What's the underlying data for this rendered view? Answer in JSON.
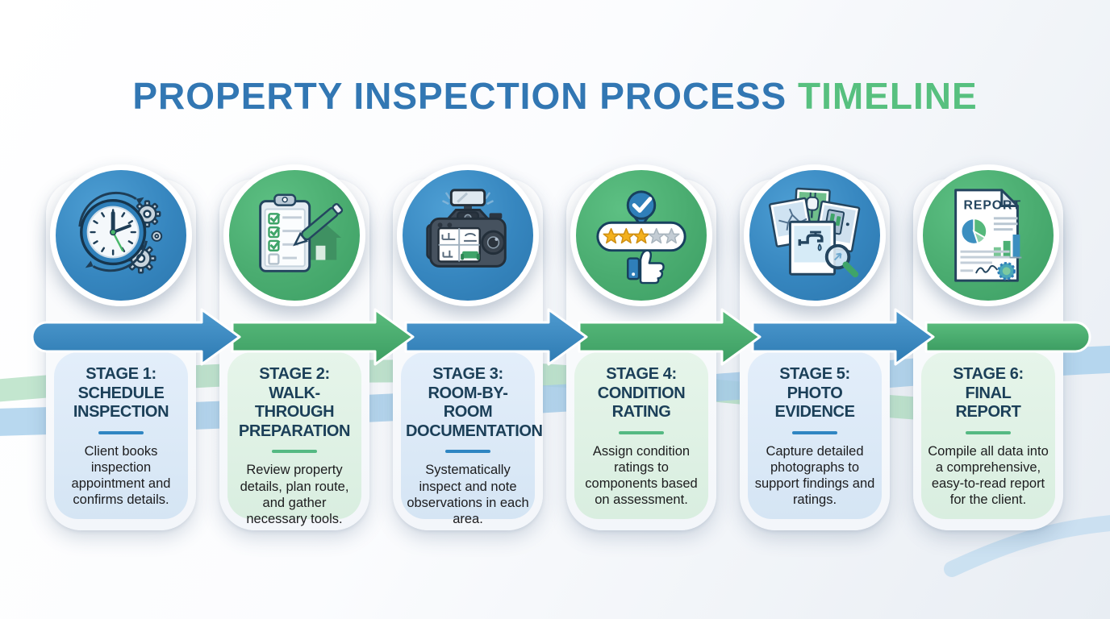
{
  "header": {
    "title_main": "PROPERTY INSPECTION PROCESS ",
    "title_accent": "TIMELINE"
  },
  "colors": {
    "title_blue": "#3277b3",
    "title_green": "#57c07f",
    "arrow_blue": "#2f7cb5",
    "arrow_green": "#47a96c",
    "card_blue_tint": "#dce9f6",
    "card_green_tint": "#dff1e5",
    "stage_title_navy": "#1b3f58",
    "divider_blue": "#2f86c2",
    "divider_green": "#55b983",
    "ribbon_green": "#b9e2c7",
    "ribbon_blue": "#abd1ec"
  },
  "stages": [
    {
      "stage_label": "STAGE 1:\nSCHEDULE\nINSPECTION",
      "description": "Client books inspection appointment and confirms details.",
      "icon": "clock-gears-icon",
      "theme": "blue"
    },
    {
      "stage_label": "STAGE 2:\nWALK-THROUGH\nPREPARATION",
      "description": "Review property details, plan route, and gather necessary tools.",
      "icon": "checklist-clipboard-icon",
      "theme": "green"
    },
    {
      "stage_label": "STAGE 3:\nROOM-BY-ROOM\nDOCUMENTATION",
      "description": "Systematically inspect and note observations in each area.",
      "icon": "camera-icon",
      "theme": "blue"
    },
    {
      "stage_label": "STAGE 4:\nCONDITION\nRATING",
      "description": "Assign condition ratings to components based on assessment.",
      "icon": "star-rating-icon",
      "theme": "green"
    },
    {
      "stage_label": "STAGE 5:\nPHOTO\nEVIDENCE",
      "description": "Capture detailed photographs to support findings and ratings.",
      "icon": "photo-evidence-icon",
      "theme": "blue"
    },
    {
      "stage_label": "STAGE 6:\nFINAL\nREPORT",
      "description": "Compile all data into a comprehensive, easy-to-read report for the client.",
      "icon": "report-document-icon",
      "icon_label": "REPORT",
      "theme": "green"
    }
  ]
}
